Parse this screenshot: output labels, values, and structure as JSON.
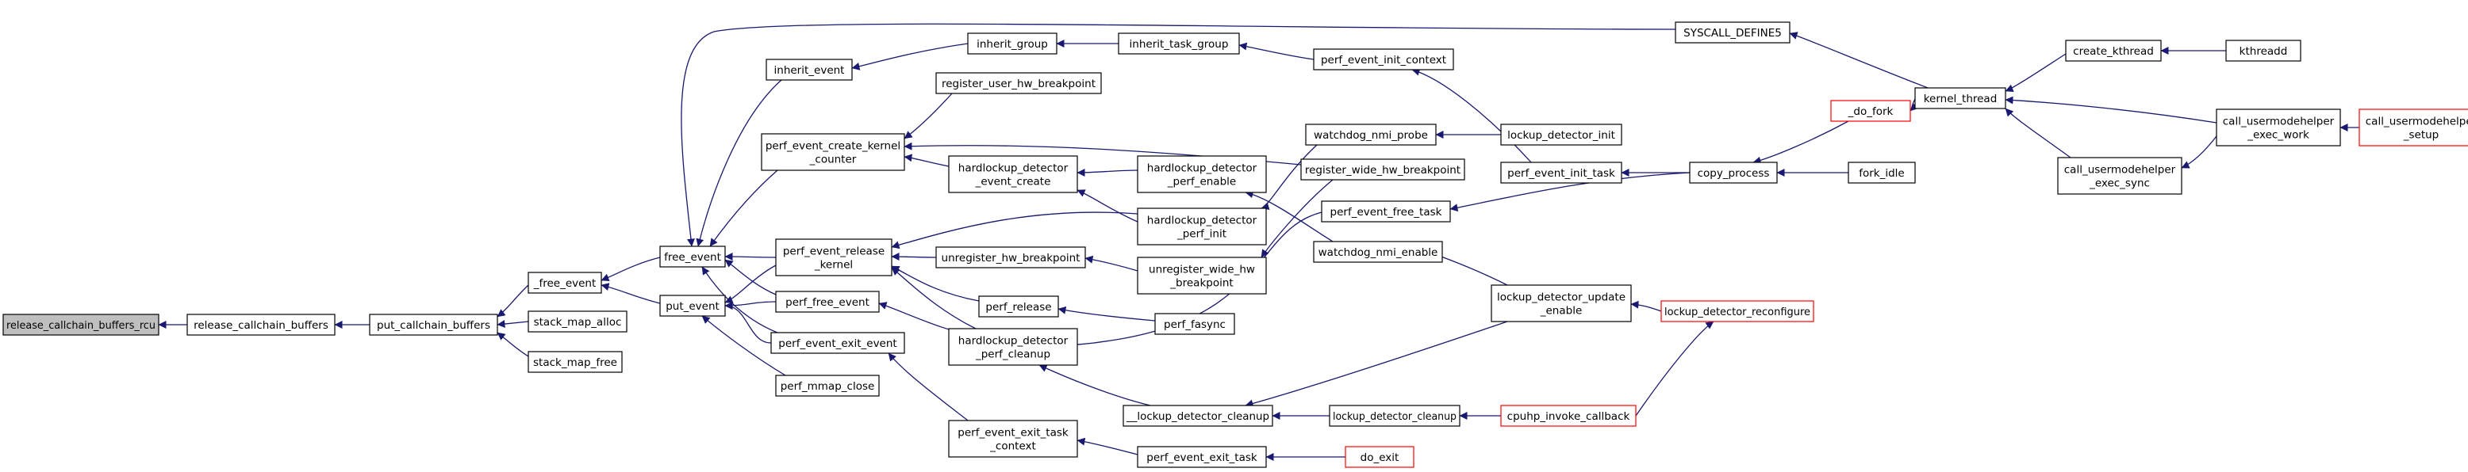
{
  "graph": {
    "colors": {
      "edge": "#191970",
      "node_border": "#000000",
      "node_fill": "#ffffff",
      "highlight_fill": "#bfbfbf",
      "truncated_border": "#ff0000"
    },
    "nodes": [
      {
        "id": "release_callchain_buffers_rcu",
        "lines": [
          "release_callchain_buffers_rcu"
        ],
        "style": "highlight"
      },
      {
        "id": "release_callchain_buffers",
        "lines": [
          "release_callchain_buffers"
        ],
        "style": "normal"
      },
      {
        "id": "put_callchain_buffers",
        "lines": [
          "put_callchain_buffers"
        ],
        "style": "normal"
      },
      {
        "id": "_free_event",
        "lines": [
          "_free_event"
        ],
        "style": "normal"
      },
      {
        "id": "stack_map_alloc",
        "lines": [
          "stack_map_alloc"
        ],
        "style": "normal"
      },
      {
        "id": "stack_map_free",
        "lines": [
          "stack_map_free"
        ],
        "style": "normal"
      },
      {
        "id": "free_event",
        "lines": [
          "free_event"
        ],
        "style": "normal"
      },
      {
        "id": "put_event",
        "lines": [
          "put_event"
        ],
        "style": "normal"
      },
      {
        "id": "inherit_event",
        "lines": [
          "inherit_event"
        ],
        "style": "normal"
      },
      {
        "id": "perf_event_create_kernel_counter",
        "lines": [
          "perf_event_create_kernel",
          "_counter"
        ],
        "style": "normal"
      },
      {
        "id": "perf_event_release_kernel",
        "lines": [
          "perf_event_release",
          "_kernel"
        ],
        "style": "normal"
      },
      {
        "id": "perf_free_event",
        "lines": [
          "perf_free_event"
        ],
        "style": "normal"
      },
      {
        "id": "perf_event_exit_event",
        "lines": [
          "perf_event_exit_event"
        ],
        "style": "normal"
      },
      {
        "id": "perf_mmap_close",
        "lines": [
          "perf_mmap_close"
        ],
        "style": "normal"
      },
      {
        "id": "inherit_group",
        "lines": [
          "inherit_group"
        ],
        "style": "normal"
      },
      {
        "id": "register_user_hw_breakpoint",
        "lines": [
          "register_user_hw_breakpoint"
        ],
        "style": "normal"
      },
      {
        "id": "hardlockup_detector_event_create",
        "lines": [
          "hardlockup_detector",
          "_event_create"
        ],
        "style": "normal"
      },
      {
        "id": "unregister_hw_breakpoint",
        "lines": [
          "unregister_hw_breakpoint"
        ],
        "style": "normal"
      },
      {
        "id": "perf_release",
        "lines": [
          "perf_release"
        ],
        "style": "normal"
      },
      {
        "id": "hardlockup_detector_perf_cleanup",
        "lines": [
          "hardlockup_detector",
          "_perf_cleanup"
        ],
        "style": "normal"
      },
      {
        "id": "perf_event_exit_task_context",
        "lines": [
          "perf_event_exit_task",
          "_context"
        ],
        "style": "normal"
      },
      {
        "id": "inherit_task_group",
        "lines": [
          "inherit_task_group"
        ],
        "style": "normal"
      },
      {
        "id": "hardlockup_detector_perf_enable",
        "lines": [
          "hardlockup_detector",
          "_perf_enable"
        ],
        "style": "normal"
      },
      {
        "id": "hardlockup_detector_perf_init",
        "lines": [
          "hardlockup_detector",
          "_perf_init"
        ],
        "style": "normal"
      },
      {
        "id": "unregister_wide_hw_breakpoint",
        "lines": [
          "unregister_wide_hw",
          "_breakpoint"
        ],
        "style": "normal"
      },
      {
        "id": "perf_fasync",
        "lines": [
          "perf_fasync"
        ],
        "style": "normal"
      },
      {
        "id": "perf_event_exit_task",
        "lines": [
          "perf_event_exit_task"
        ],
        "style": "normal"
      },
      {
        "id": "perf_event_init_context",
        "lines": [
          "perf_event_init_context"
        ],
        "style": "normal"
      },
      {
        "id": "watchdog_nmi_probe",
        "lines": [
          "watchdog_nmi_probe"
        ],
        "style": "normal"
      },
      {
        "id": "register_wide_hw_breakpoint",
        "lines": [
          "register_wide_hw_breakpoint"
        ],
        "style": "normal"
      },
      {
        "id": "perf_event_free_task",
        "lines": [
          "perf_event_free_task"
        ],
        "style": "normal"
      },
      {
        "id": "watchdog_nmi_enable",
        "lines": [
          "watchdog_nmi_enable"
        ],
        "style": "normal"
      },
      {
        "id": "__lockup_detector_cleanup",
        "lines": [
          "__lockup_detector_cleanup"
        ],
        "style": "normal"
      },
      {
        "id": "do_exit",
        "lines": [
          "do_exit"
        ],
        "style": "truncated"
      },
      {
        "id": "lockup_detector_init",
        "lines": [
          "lockup_detector_init"
        ],
        "style": "normal"
      },
      {
        "id": "perf_event_init_task",
        "lines": [
          "perf_event_init_task"
        ],
        "style": "normal"
      },
      {
        "id": "lockup_detector_update_enable",
        "lines": [
          "lockup_detector_update",
          "_enable"
        ],
        "style": "normal"
      },
      {
        "id": "lockup_detector_cleanup",
        "lines": [
          "lockup_detector_cleanup"
        ],
        "style": "normal"
      },
      {
        "id": "SYSCALL_DEFINE5",
        "lines": [
          "SYSCALL_DEFINE5"
        ],
        "style": "normal"
      },
      {
        "id": "copy_process",
        "lines": [
          "copy_process"
        ],
        "style": "normal"
      },
      {
        "id": "lockup_detector_reconfigure",
        "lines": [
          "lockup_detector_reconfigure"
        ],
        "style": "truncated"
      },
      {
        "id": "cpuhp_invoke_callback",
        "lines": [
          "cpuhp_invoke_callback"
        ],
        "style": "truncated"
      },
      {
        "id": "_do_fork",
        "lines": [
          "_do_fork"
        ],
        "style": "truncated"
      },
      {
        "id": "fork_idle",
        "lines": [
          "fork_idle"
        ],
        "style": "normal"
      },
      {
        "id": "kernel_thread",
        "lines": [
          "kernel_thread"
        ],
        "style": "normal"
      },
      {
        "id": "create_kthread",
        "lines": [
          "create_kthread"
        ],
        "style": "normal"
      },
      {
        "id": "call_usermodehelper_exec_sync",
        "lines": [
          "call_usermodehelper",
          "_exec_sync"
        ],
        "style": "normal"
      },
      {
        "id": "kthreadd",
        "lines": [
          "kthreadd"
        ],
        "style": "normal"
      },
      {
        "id": "call_usermodehelper_exec_work",
        "lines": [
          "call_usermodehelper",
          "_exec_work"
        ],
        "style": "normal"
      },
      {
        "id": "call_usermodehelper_setup",
        "lines": [
          "call_usermodehelper",
          "_setup"
        ],
        "style": "truncated"
      }
    ],
    "edges": [
      {
        "from": "release_callchain_buffers",
        "to": "release_callchain_buffers_rcu"
      },
      {
        "from": "put_callchain_buffers",
        "to": "release_callchain_buffers"
      },
      {
        "from": "_free_event",
        "to": "put_callchain_buffers"
      },
      {
        "from": "stack_map_alloc",
        "to": "put_callchain_buffers"
      },
      {
        "from": "stack_map_free",
        "to": "put_callchain_buffers"
      },
      {
        "from": "free_event",
        "to": "_free_event"
      },
      {
        "from": "put_event",
        "to": "_free_event"
      },
      {
        "from": "inherit_event",
        "to": "free_event"
      },
      {
        "from": "perf_event_create_kernel_counter",
        "to": "free_event"
      },
      {
        "from": "perf_event_release_kernel",
        "to": "free_event"
      },
      {
        "from": "perf_free_event",
        "to": "free_event"
      },
      {
        "from": "perf_event_exit_event",
        "to": "free_event"
      },
      {
        "from": "SYSCALL_DEFINE5",
        "to": "free_event"
      },
      {
        "from": "perf_event_release_kernel",
        "to": "put_event"
      },
      {
        "from": "perf_free_event",
        "to": "put_event"
      },
      {
        "from": "perf_event_exit_event",
        "to": "put_event"
      },
      {
        "from": "perf_mmap_close",
        "to": "put_event"
      },
      {
        "from": "inherit_group",
        "to": "inherit_event"
      },
      {
        "from": "register_user_hw_breakpoint",
        "to": "perf_event_create_kernel_counter"
      },
      {
        "from": "hardlockup_detector_event_create",
        "to": "perf_event_create_kernel_counter"
      },
      {
        "from": "register_wide_hw_breakpoint",
        "to": "perf_event_create_kernel_counter"
      },
      {
        "from": "unregister_hw_breakpoint",
        "to": "perf_event_release_kernel"
      },
      {
        "from": "perf_release",
        "to": "perf_event_release_kernel"
      },
      {
        "from": "hardlockup_detector_perf_cleanup",
        "to": "perf_event_release_kernel"
      },
      {
        "from": "hardlockup_detector_perf_init",
        "to": "perf_event_release_kernel"
      },
      {
        "from": "perf_event_free_task",
        "to": "perf_free_event"
      },
      {
        "from": "perf_event_exit_task_context",
        "to": "perf_event_exit_event"
      },
      {
        "from": "inherit_task_group",
        "to": "inherit_group"
      },
      {
        "from": "hardlockup_detector_perf_enable",
        "to": "hardlockup_detector_event_create"
      },
      {
        "from": "hardlockup_detector_perf_init",
        "to": "hardlockup_detector_event_create"
      },
      {
        "from": "unregister_wide_hw_breakpoint",
        "to": "unregister_hw_breakpoint"
      },
      {
        "from": "perf_fasync",
        "to": "perf_release"
      },
      {
        "from": "__lockup_detector_cleanup",
        "to": "hardlockup_detector_perf_cleanup"
      },
      {
        "from": "perf_event_exit_task",
        "to": "perf_event_exit_task_context"
      },
      {
        "from": "perf_event_init_context",
        "to": "inherit_task_group"
      },
      {
        "from": "watchdog_nmi_enable",
        "to": "hardlockup_detector_perf_enable"
      },
      {
        "from": "watchdog_nmi_probe",
        "to": "hardlockup_detector_perf_init"
      },
      {
        "from": "register_wide_hw_breakpoint",
        "to": "unregister_wide_hw_breakpoint"
      },
      {
        "from": "do_exit",
        "to": "perf_event_exit_task"
      },
      {
        "from": "perf_event_init_task",
        "to": "perf_event_init_context"
      },
      {
        "from": "lockup_detector_init",
        "to": "watchdog_nmi_probe"
      },
      {
        "from": "copy_process",
        "to": "perf_event_free_task"
      },
      {
        "from": "lockup_detector_update_enable",
        "to": "watchdog_nmi_enable"
      },
      {
        "from": "lockup_detector_update_enable",
        "to": "__lockup_detector_cleanup"
      },
      {
        "from": "lockup_detector_cleanup",
        "to": "__lockup_detector_cleanup"
      },
      {
        "from": "copy_process",
        "to": "perf_event_init_task"
      },
      {
        "from": "lockup_detector_reconfigure",
        "to": "lockup_detector_update_enable"
      },
      {
        "from": "cpuhp_invoke_callback",
        "to": "lockup_detector_cleanup"
      },
      {
        "from": "kernel_thread",
        "to": "SYSCALL_DEFINE5"
      },
      {
        "from": "_do_fork",
        "to": "copy_process"
      },
      {
        "from": "fork_idle",
        "to": "copy_process"
      },
      {
        "from": "cpuhp_invoke_callback",
        "to": "lockup_detector_reconfigure"
      },
      {
        "from": "kernel_thread",
        "to": "_do_fork"
      },
      {
        "from": "create_kthread",
        "to": "kernel_thread"
      },
      {
        "from": "call_usermodehelper_exec_sync",
        "to": "kernel_thread"
      },
      {
        "from": "call_usermodehelper_exec_work",
        "to": "kernel_thread"
      },
      {
        "from": "kthreadd",
        "to": "create_kthread"
      },
      {
        "from": "call_usermodehelper_exec_work",
        "to": "call_usermodehelper_exec_sync"
      },
      {
        "from": "call_usermodehelper_setup",
        "to": "call_usermodehelper_exec_work"
      }
    ]
  }
}
